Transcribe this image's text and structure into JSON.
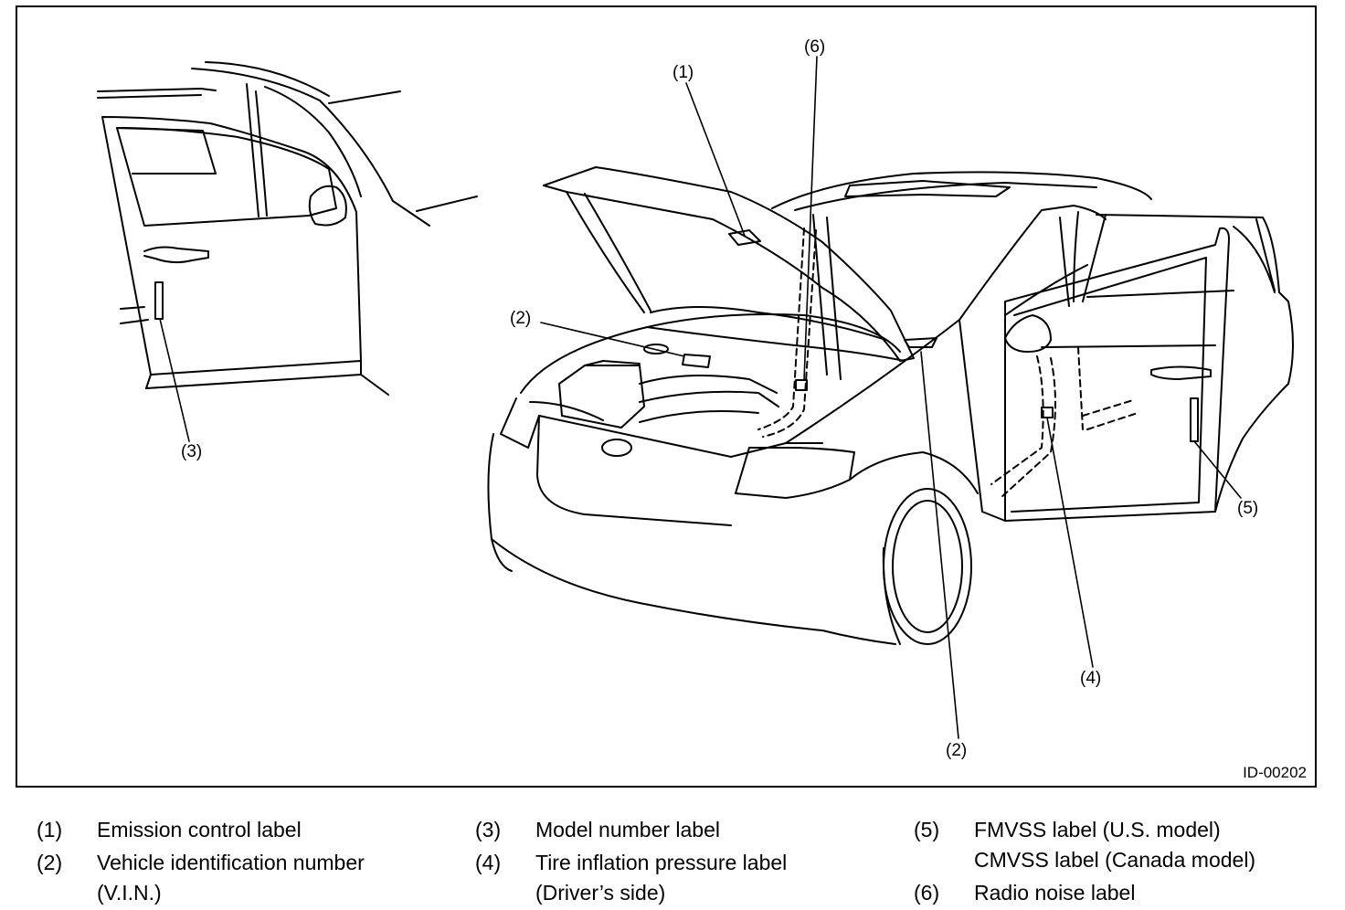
{
  "diagram": {
    "figure_id": "ID-00202",
    "callouts": [
      "(1)",
      "(2)",
      "(3)",
      "(4)",
      "(5)",
      "(6)"
    ]
  },
  "legend": [
    {
      "num": "(1)",
      "lines": [
        "Emission control label"
      ]
    },
    {
      "num": "(2)",
      "lines": [
        "Vehicle identification number",
        "(V.I.N.)"
      ]
    },
    {
      "num": "(3)",
      "lines": [
        "Model number label"
      ]
    },
    {
      "num": "(4)",
      "lines": [
        "Tire inflation pressure label",
        "(Driver’s side)"
      ]
    },
    {
      "num": "(5)",
      "lines": [
        "FMVSS label (U.S. model)",
        "CMVSS label (Canada model)"
      ]
    },
    {
      "num": "(6)",
      "lines": [
        "Radio noise label"
      ]
    }
  ]
}
